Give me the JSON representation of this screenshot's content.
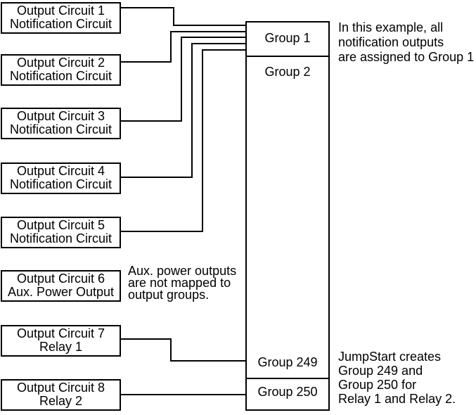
{
  "colors": {
    "line": "#000000",
    "background": "#ffffff",
    "text": "#000000"
  },
  "output_circuits": [
    {
      "title": "Output Circuit 1",
      "subtitle": "Notification Circuit"
    },
    {
      "title": "Output Circuit 2",
      "subtitle": "Notification Circuit"
    },
    {
      "title": "Output Circuit 3",
      "subtitle": "Notification Circuit"
    },
    {
      "title": "Output Circuit 4",
      "subtitle": "Notification Circuit"
    },
    {
      "title": "Output Circuit 5",
      "subtitle": "Notification Circuit"
    },
    {
      "title": "Output Circuit 6",
      "subtitle": "Aux. Power Output"
    },
    {
      "title": "Output Circuit 7",
      "subtitle": "Relay 1"
    },
    {
      "title": "Output Circuit 8",
      "subtitle": "Relay 2"
    }
  ],
  "group_column": {
    "group_1": "Group 1",
    "group_2": "Group 2",
    "group_249": "Group 249",
    "group_250": "Group 250"
  },
  "annotations": {
    "group1_note": {
      "lines": [
        "In this example, all",
        "notification outputs",
        "are assigned to Group 1"
      ]
    },
    "aux_note": {
      "lines": [
        "Aux. power outputs",
        "are not mapped to",
        "output groups."
      ]
    },
    "jumpstart_note": {
      "lines": [
        "JumpStart creates",
        "Group 249 and",
        "Group 250 for",
        "Relay 1 and Relay 2."
      ]
    }
  }
}
